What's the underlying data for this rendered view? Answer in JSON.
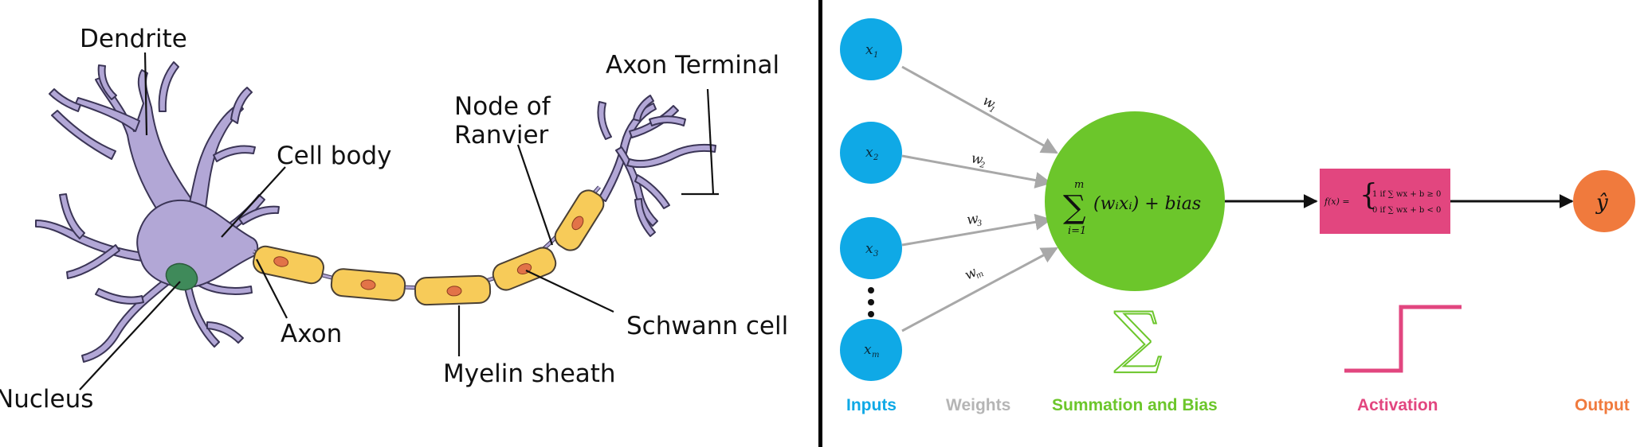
{
  "neuron": {
    "labels": {
      "dendrite": "Dendrite",
      "cell_body": "Cell body",
      "nucleus": "Nucleus",
      "axon": "Axon",
      "node_of_ranvier_line1": "Node of",
      "node_of_ranvier_line2": "Ranvier",
      "axon_terminal": "Axon Terminal",
      "schwann_cell": "Schwann cell",
      "myelin_sheath": "Myelin sheath"
    }
  },
  "perceptron": {
    "inputs": [
      {
        "base": "x",
        "sub": "1"
      },
      {
        "base": "x",
        "sub": "2"
      },
      {
        "base": "x",
        "sub": "3"
      },
      {
        "base": "x",
        "sub": "m"
      }
    ],
    "weights": [
      {
        "base": "w",
        "sub": "1"
      },
      {
        "base": "w",
        "sub": "2"
      },
      {
        "base": "w",
        "sub": "3"
      },
      {
        "base": "w",
        "sub": "m"
      }
    ],
    "sum_formula": {
      "sigma": "∑",
      "upper": "m",
      "lower": "i=1",
      "body": "(wᵢxᵢ) + bias"
    },
    "activation_formula": {
      "lhs": "f(x) =",
      "case1": "1   if  ∑ wx + b ≥ 0",
      "case2": "0   if  ∑ wx + b < 0"
    },
    "output_symbol": "ŷ",
    "sum_symbol": "∑",
    "categories": {
      "inputs": "Inputs",
      "weights": "Weights",
      "summation": "Summation and Bias",
      "activation": "Activation",
      "output": "Output"
    },
    "colors": {
      "input_blue": "#0FA9E6",
      "weight_gray": "#B5B5B5",
      "sum_green": "#6CC62B",
      "activation_pink": "#E2467F",
      "output_orange": "#F07A3D"
    }
  }
}
